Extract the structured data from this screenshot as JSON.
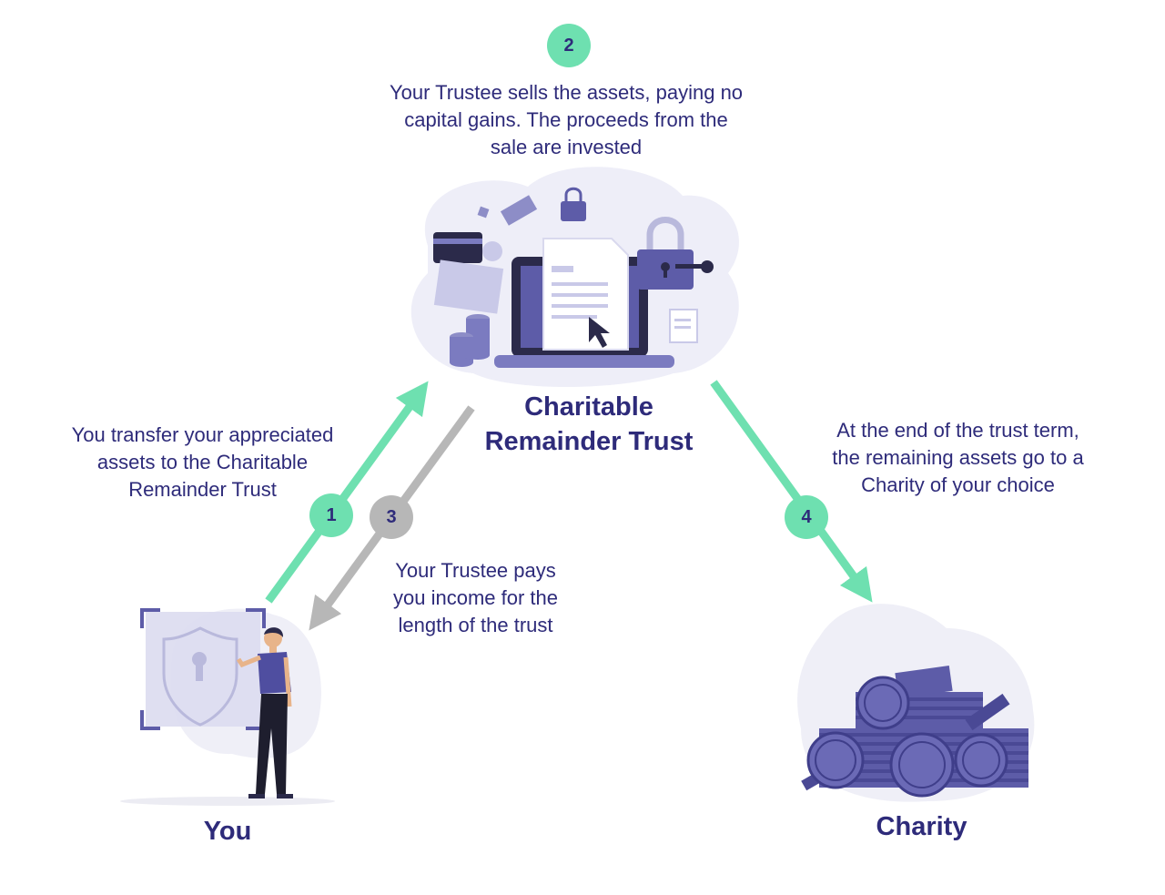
{
  "colors": {
    "text": "#2e2b7a",
    "green": "#6ee0b0",
    "gray": "#b7b7b7",
    "purple": "#5d5ca8",
    "light_purple": "#e9e9f6"
  },
  "steps": [
    {
      "number": "2",
      "text": "Your Trustee sells the assets, paying no\ncapital gains. The proceeds from the\nsale are invested"
    },
    {
      "number": "1",
      "text": "You transfer your appreciated\nassets to the Charitable\nRemainder Trust"
    },
    {
      "number": "3",
      "text": "Your Trustee pays\nyou income for the\nlength of the trust"
    },
    {
      "number": "4",
      "text": "At the end of the trust term,\nthe remaining assets go to a\nCharity of your choice"
    }
  ],
  "nodes": {
    "trust": "Charitable\nRemainder Trust",
    "you": "You",
    "charity": "Charity"
  },
  "icons": {
    "trust": "laptop-document-lock-icon",
    "you": "person-shield-icon",
    "charity": "coin-stacks-icon"
  }
}
